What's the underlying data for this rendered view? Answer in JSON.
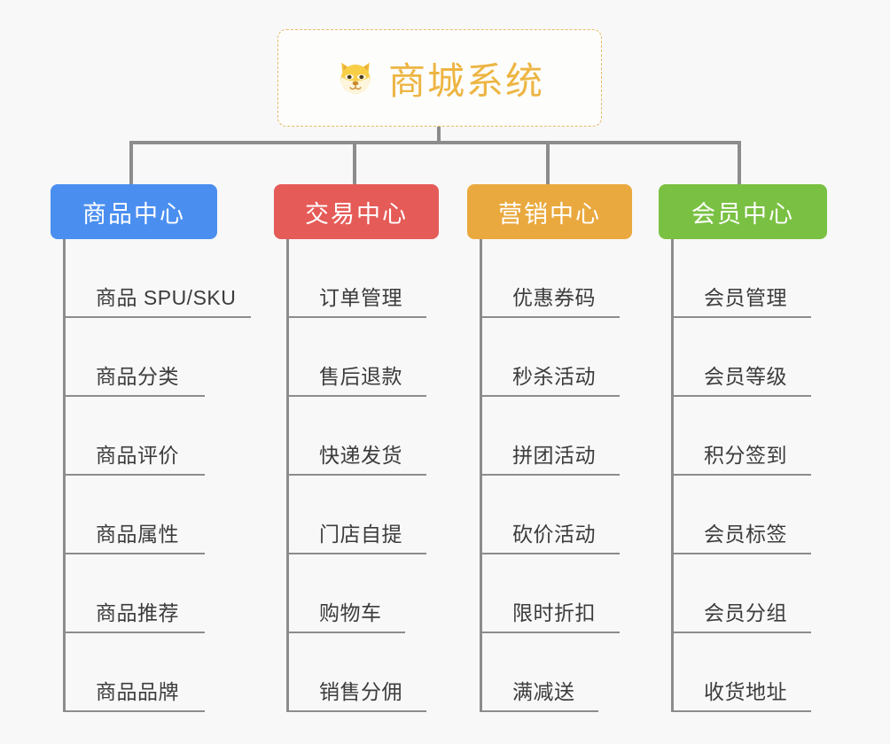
{
  "page": {
    "background_color": "#f8f8f8",
    "title": "商城系统功能结构图"
  },
  "root": {
    "icon": "dog-face-emoji",
    "label": "商城系统",
    "text_color": "#edb543",
    "border_color": "#e8b96a",
    "background_color": "#fdfdfb"
  },
  "categories": [
    {
      "id": "product-center",
      "label": "商品中心",
      "color": "#4a8ff0",
      "items": [
        {
          "label": "商品 SPU/SKU",
          "underline_width": 212
        },
        {
          "label": "商品分类",
          "underline_width": 160
        },
        {
          "label": "商品评价",
          "underline_width": 160
        },
        {
          "label": "商品属性",
          "underline_width": 160
        },
        {
          "label": "商品推荐",
          "underline_width": 160
        },
        {
          "label": "商品品牌",
          "underline_width": 160
        }
      ]
    },
    {
      "id": "trade-center",
      "label": "交易中心",
      "color": "#e55b57",
      "items": [
        {
          "label": "订单管理",
          "underline_width": 158
        },
        {
          "label": "售后退款",
          "underline_width": 158
        },
        {
          "label": "快递发货",
          "underline_width": 158
        },
        {
          "label": "门店自提",
          "underline_width": 158
        },
        {
          "label": "购物车",
          "underline_width": 134
        },
        {
          "label": "销售分佣",
          "underline_width": 158
        }
      ]
    },
    {
      "id": "marketing-center",
      "label": "营销中心",
      "color": "#eaa93f",
      "items": [
        {
          "label": "优惠券码",
          "underline_width": 158
        },
        {
          "label": "秒杀活动",
          "underline_width": 158
        },
        {
          "label": "拼团活动",
          "underline_width": 158
        },
        {
          "label": "砍价活动",
          "underline_width": 158
        },
        {
          "label": "限时折扣",
          "underline_width": 158
        },
        {
          "label": "满减送",
          "underline_width": 134
        }
      ]
    },
    {
      "id": "member-center",
      "label": "会员中心",
      "color": "#7ac143",
      "items": [
        {
          "label": "会员管理",
          "underline_width": 158
        },
        {
          "label": "会员等级",
          "underline_width": 158
        },
        {
          "label": "积分签到",
          "underline_width": 158
        },
        {
          "label": "会员标签",
          "underline_width": 158
        },
        {
          "label": "会员分组",
          "underline_width": 158
        },
        {
          "label": "收货地址",
          "underline_width": 158
        }
      ]
    }
  ],
  "connector": {
    "color": "#8c8c8c"
  }
}
